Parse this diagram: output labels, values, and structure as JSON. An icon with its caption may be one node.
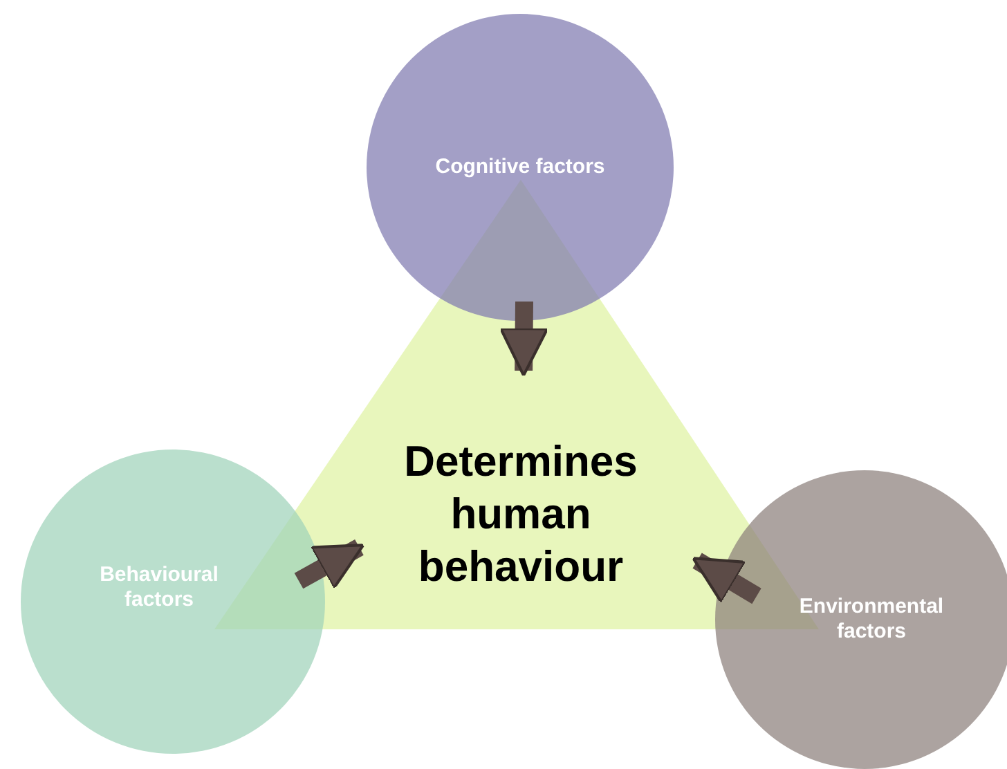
{
  "diagram": {
    "nodes": [
      {
        "text": [
          "Cognitive factors"
        ]
      },
      {
        "text": [
          "Determines human behaviour"
        ]
      },
      {
        "text": [
          "Behavioural factors"
        ]
      },
      {
        "text": [
          "Environmental factors"
        ]
      }
    ],
    "edges": [
      {
        "from": 0,
        "to": 1,
        "arrow": "to"
      },
      {
        "from": 2,
        "to": 1,
        "arrow": "to"
      },
      {
        "from": 3,
        "to": 1,
        "arrow": "to"
      }
    ]
  }
}
